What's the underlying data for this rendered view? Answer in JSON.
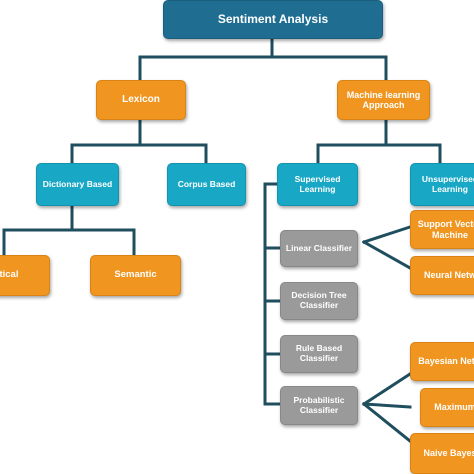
{
  "colors": {
    "root": "#1f6e92",
    "orange": "#f0951f",
    "teal": "#19a7c6",
    "grey": "#9a9a9a",
    "connector": "#1f4e5f"
  },
  "root": {
    "label": "Sentiment Analysis"
  },
  "level1": {
    "lexicon": "Lexicon",
    "ml": "Machine learning Approach"
  },
  "lexicon_children": {
    "dictionary": "Dictionary Based",
    "corpus": "Corpus Based"
  },
  "dictionary_children": {
    "statistical": "istical",
    "semantic": "Semantic"
  },
  "ml_children": {
    "supervised": "Supervised Learning",
    "unsupervised": "Unsupervised Learning"
  },
  "supervised_children": {
    "linear": "Linear Classifier",
    "decision_tree": "Decision Tree Classifier",
    "rule_based": "Rule Based Classifier",
    "probabilistic": "Probabilistic Classifier"
  },
  "linear_children": {
    "svm": "Support Vector Machine",
    "nn": "Neural Netw"
  },
  "probabilistic_children": {
    "bayesian_net": "Bayesian Netw",
    "max_entropy": "Maximum",
    "naive_bayes": "Naive Bayes"
  }
}
